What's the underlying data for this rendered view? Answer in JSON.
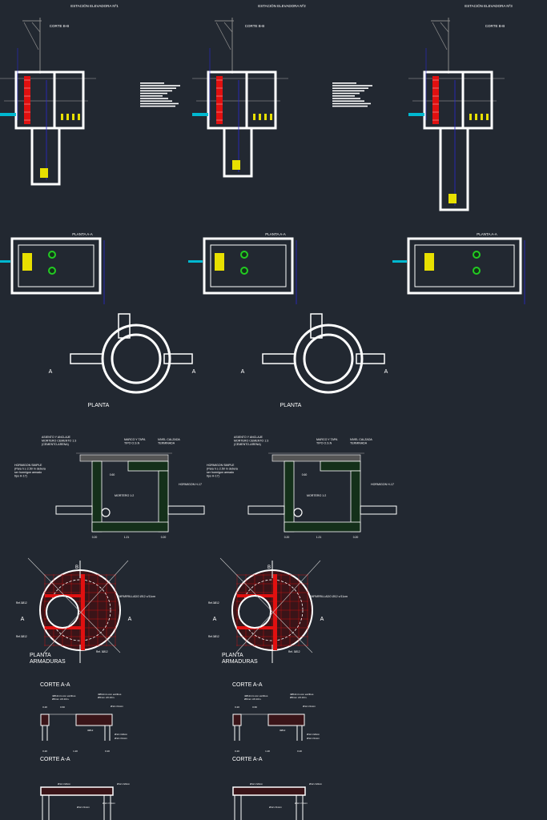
{
  "colors": {
    "background": "#222831",
    "line": "#ffffff",
    "rebar": "#e01010",
    "concrete": "#14301a",
    "pump": "#e8e000",
    "pipe_blue": "#2a2ad0",
    "pipe_cyan": "#00b8d0"
  },
  "stations": [
    {
      "title": "ESTACIÓN ELEVADORA Nº1",
      "section_label": "CORTE B-B",
      "plan_label": "PLANTA A-A",
      "depth": "shallow"
    },
    {
      "title": "ESTACIÓN ELEVADORA Nº2",
      "section_label": "CORTE B-B",
      "plan_label": "PLANTA A-A",
      "depth": "medium"
    },
    {
      "title": "ESTACIÓN ELEVADORA Nº3",
      "section_label": "CORTE B-B",
      "plan_label": "PLANTA A-A",
      "depth": "deep"
    }
  ],
  "manholes": [
    {
      "plan": {
        "title": "PLANTA",
        "cut_mark": "A"
      },
      "section": {
        "asiento": [
          "ASIENTO Y ANCLAJE",
          "MORTERO CEMENTO 1:3",
          "(CEMENTO-ARENA)"
        ],
        "marco": [
          "MARCO Y TAPA",
          "TIPO O.S.N"
        ],
        "nivel": [
          "NIVEL CALZADA",
          "TERMINADA"
        ],
        "hormigon_simple": [
          "HORMIGON SIMPLE",
          "(Para h ≥ 2.50 m debera",
          "ser hormigon armado",
          "tipo H-17)"
        ],
        "hormigon_h17": "HORMIGON H-17",
        "mortero": "MORTERO 1:2",
        "dims": {
          "inner": "0.60",
          "width": "1.21",
          "wall": "0.20"
        }
      },
      "armaduras": {
        "title": [
          "PLANTA",
          "ARMADURAS"
        ],
        "mesh": "EMPARRILLADO Ø12 c/11cm",
        "ref_top": "Ref.3Ø12",
        "ref_left": "Ref.3Ø12",
        "ref_bottom": "Ref. 3Ø12",
        "cut_a": "A",
        "cut_b": "B"
      },
      "corte_top": {
        "title": "CORTE A-A",
        "note1": [
          "4Ø12mm con estribos",
          "Ø6mm c/0.10m."
        ],
        "note2": [
          "4Ø12mm con estribos",
          "Ø6mm c/0.10m."
        ],
        "bar1": "Ø12 c/11cm",
        "bar2": "Ø12 c/22cm",
        "bar3": "Ø12 c/11cm",
        "ref": "3Ø12",
        "dim_wall": "0.20",
        "dim_span": "1.20",
        "dim_open": "0.60"
      },
      "corte_bottom": {
        "title": "CORTE A-A",
        "bar_left": "Ø12 c/22cm",
        "bar_right": "Ø12 c/22cm",
        "bar_mid": "Ø12 c/11cm",
        "bar_low": "Ø12 c/11cm"
      }
    },
    {
      "plan": {
        "title": "PLANTA",
        "cut_mark": "A"
      },
      "section": {
        "asiento": [
          "ASIENTO Y ANCLAJE",
          "MORTERO CEMENTO 1:3",
          "(CEMENTO-ARENA)"
        ],
        "marco": [
          "MARCO Y TAPA",
          "TIPO O.S.N"
        ],
        "nivel": [
          "NIVEL CALZADA",
          "TERMINADA"
        ],
        "hormigon_simple": [
          "HORMIGON SIMPLE",
          "(Para h ≥ 2.50 m debera",
          "ser hormigon armado",
          "tipo H-17)"
        ],
        "hormigon_h17": "HORMIGON H-17",
        "mortero": "MORTERO 1:2",
        "dims": {
          "inner": "0.60",
          "width": "1.21",
          "wall": "0.20"
        }
      },
      "armaduras": {
        "title": [
          "PLANTA",
          "ARMADURAS"
        ],
        "mesh": "EMPARRILLADO Ø12 c/11cm",
        "ref_top": "Ref.3Ø12",
        "ref_left": "Ref.3Ø12",
        "ref_bottom": "Ref. 3Ø12",
        "cut_a": "A",
        "cut_b": "B"
      },
      "corte_top": {
        "title": "CORTE A-A",
        "note1": [
          "4Ø12mm con estribos",
          "Ø6mm c/0.10m."
        ],
        "note2": [
          "4Ø12mm con estribos",
          "Ø6mm c/0.10m."
        ],
        "bar1": "Ø12 c/11cm",
        "bar2": "Ø12 c/22cm",
        "bar3": "Ø12 c/11cm",
        "ref": "3Ø12",
        "dim_wall": "0.20",
        "dim_span": "1.20",
        "dim_open": "0.60"
      },
      "corte_bottom": {
        "title": "CORTE A-A",
        "bar_left": "Ø12 c/22cm",
        "bar_right": "Ø12 c/22cm",
        "bar_mid": "Ø12 c/11cm",
        "bar_low": "Ø12 c/11cm"
      }
    }
  ]
}
